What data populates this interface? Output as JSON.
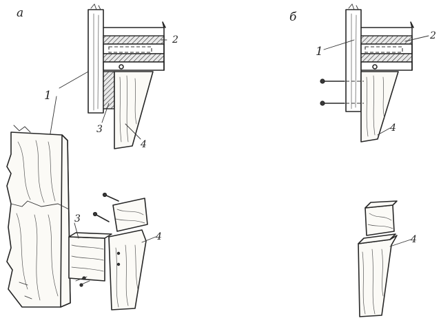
{
  "labels": {
    "panel_a": "а",
    "panel_b": "б",
    "n1": "1",
    "n2": "2",
    "n3": "3",
    "n4": "4"
  }
}
